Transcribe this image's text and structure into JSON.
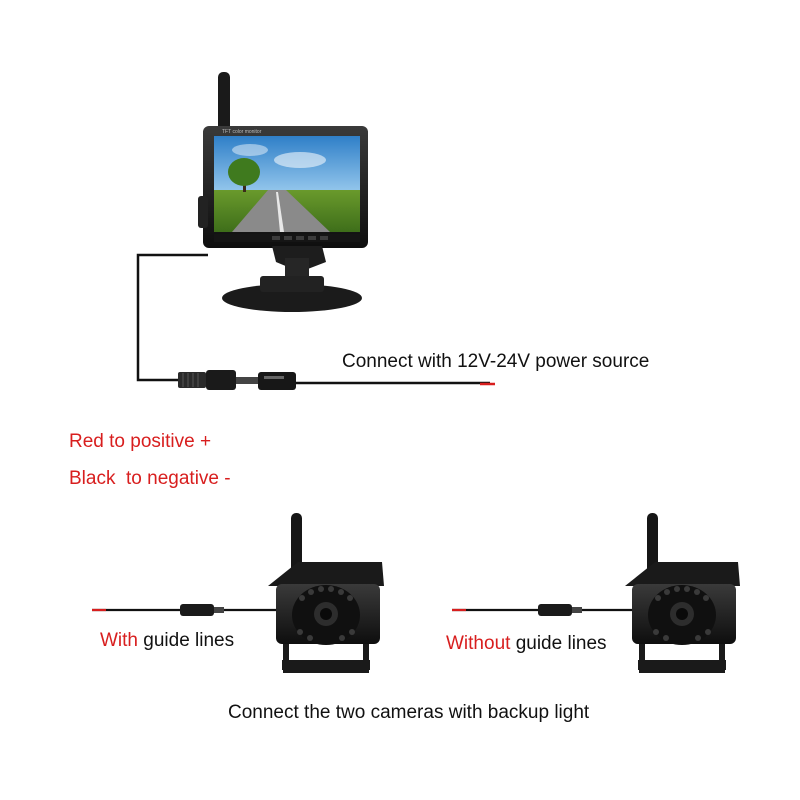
{
  "labels": {
    "power_source": "Connect with 12V-24V power source",
    "red_wire": "Red to positive +",
    "black_wire": "Black  to negative -",
    "camera_left_highlight": "With",
    "camera_left_rest": " guide lines",
    "camera_right_highlight": "Without",
    "camera_right_rest": " guide lines",
    "backup_light": "Connect the two cameras with backup light",
    "monitor_brand_text": "TFT color monitor"
  },
  "colors": {
    "highlight_text": "#d81e1e",
    "body_text": "#111111",
    "wire": "#111111",
    "wire_tip": "#d81e1e"
  },
  "icons": {
    "monitor": "monitor-icon",
    "camera": "camera-icon",
    "connector": "barrel-connector-icon"
  }
}
